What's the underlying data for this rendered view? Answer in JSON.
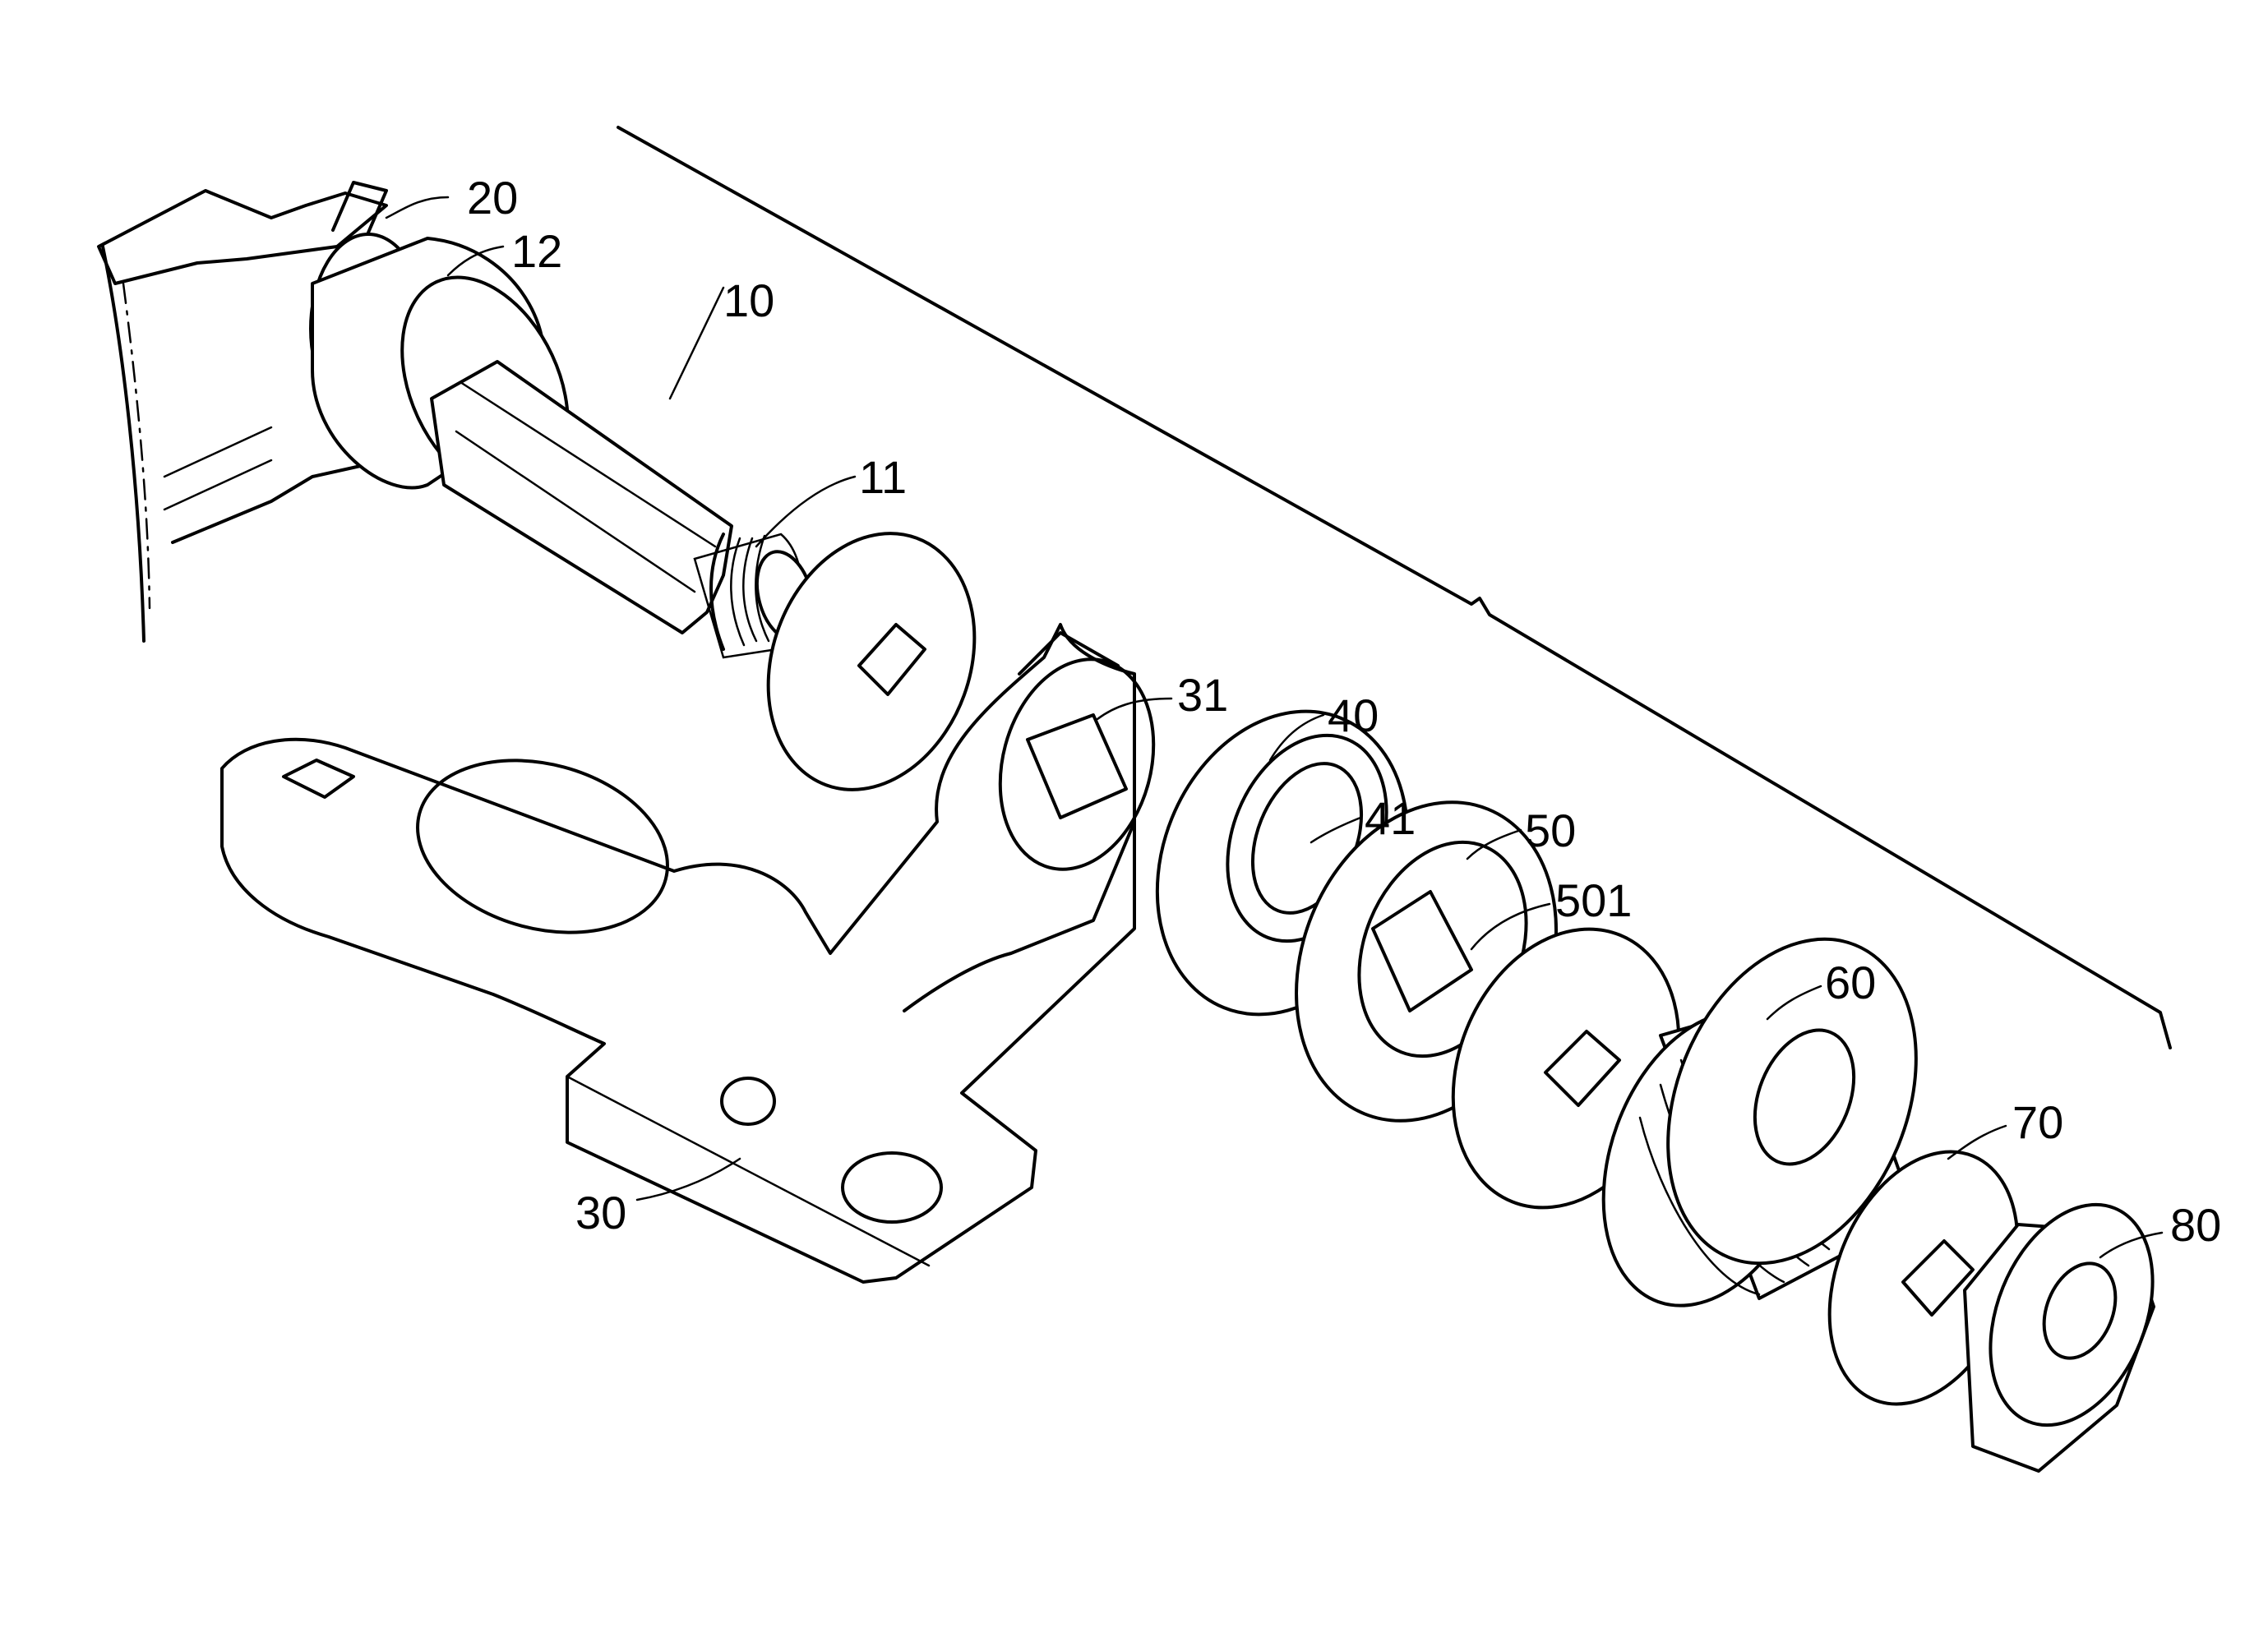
{
  "labels": {
    "l20": "20",
    "l12": "12",
    "l10": "10",
    "l11": "11",
    "l31": "31",
    "l40": "40",
    "l41": "41",
    "l50": "50",
    "l501": "501",
    "l60": "60",
    "l70": "70",
    "l80": "80",
    "l30": "30"
  }
}
